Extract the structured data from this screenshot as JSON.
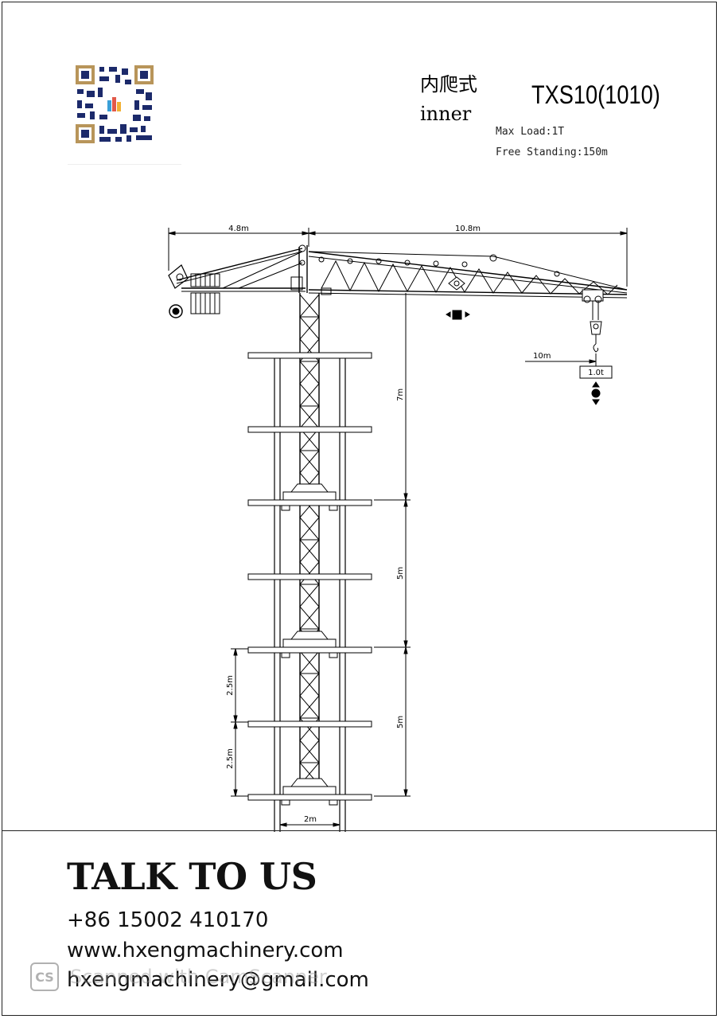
{
  "header": {
    "title_cn": "内爬式",
    "title_en": "inner",
    "model": "TXS10(1010)",
    "specs": [
      "Max Load:1T",
      "Free Standing:150m"
    ]
  },
  "qr": {
    "icon": "qr-code-icon",
    "colors": {
      "dark": "#1c2a6b",
      "accent": "#b8955a"
    }
  },
  "diagram": {
    "dims": {
      "counter_jib": "4.8m",
      "jib": "10.8m",
      "hook_reach": "10m",
      "load_tag": "1.0t",
      "height_top": "7m",
      "height_mid": "5m",
      "height_low": "5m",
      "side_upper": "2.5m",
      "side_lower": "2.5m",
      "base_width": "2m"
    }
  },
  "footer": {
    "heading": "TALK TO US",
    "phone": "+86 15002 410170",
    "website": "www.hxengmachinery.com",
    "email": "hxengmachinery@gmail.com"
  },
  "watermark": {
    "badge": "CS",
    "text": "Scanned with CamScanner"
  }
}
